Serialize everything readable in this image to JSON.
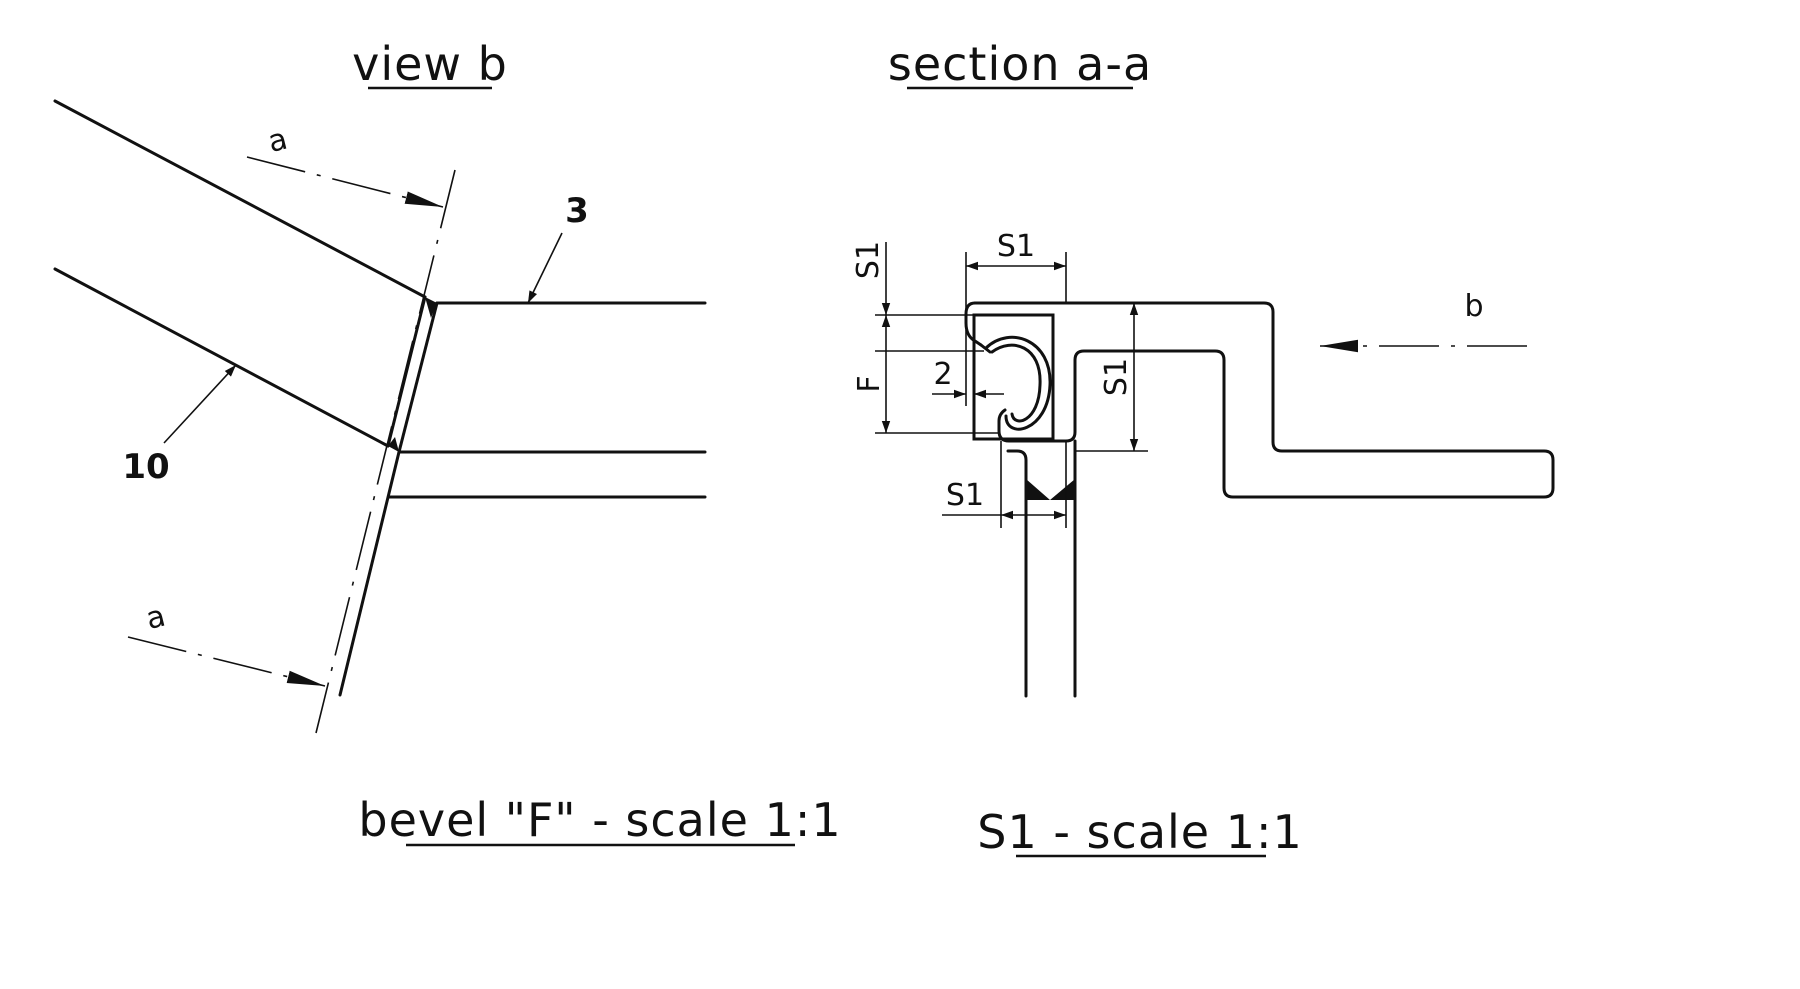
{
  "titles": {
    "view_b": "view b",
    "section_aa": "section a-a",
    "bevel": "bevel \"F\" - scale 1:1",
    "s1_scale": "S1 - scale 1:1"
  },
  "view_b": {
    "cut_label_top": "a",
    "cut_label_bottom": "a",
    "callout_3": "3",
    "callout_10": "10"
  },
  "section": {
    "dim_s1_top": "S1",
    "dim_s1_left": "S1",
    "dim_f": "F",
    "dim_2": "2",
    "dim_s1_right": "S1",
    "dim_s1_bottom": "S1",
    "view_arrow_label": "b"
  }
}
